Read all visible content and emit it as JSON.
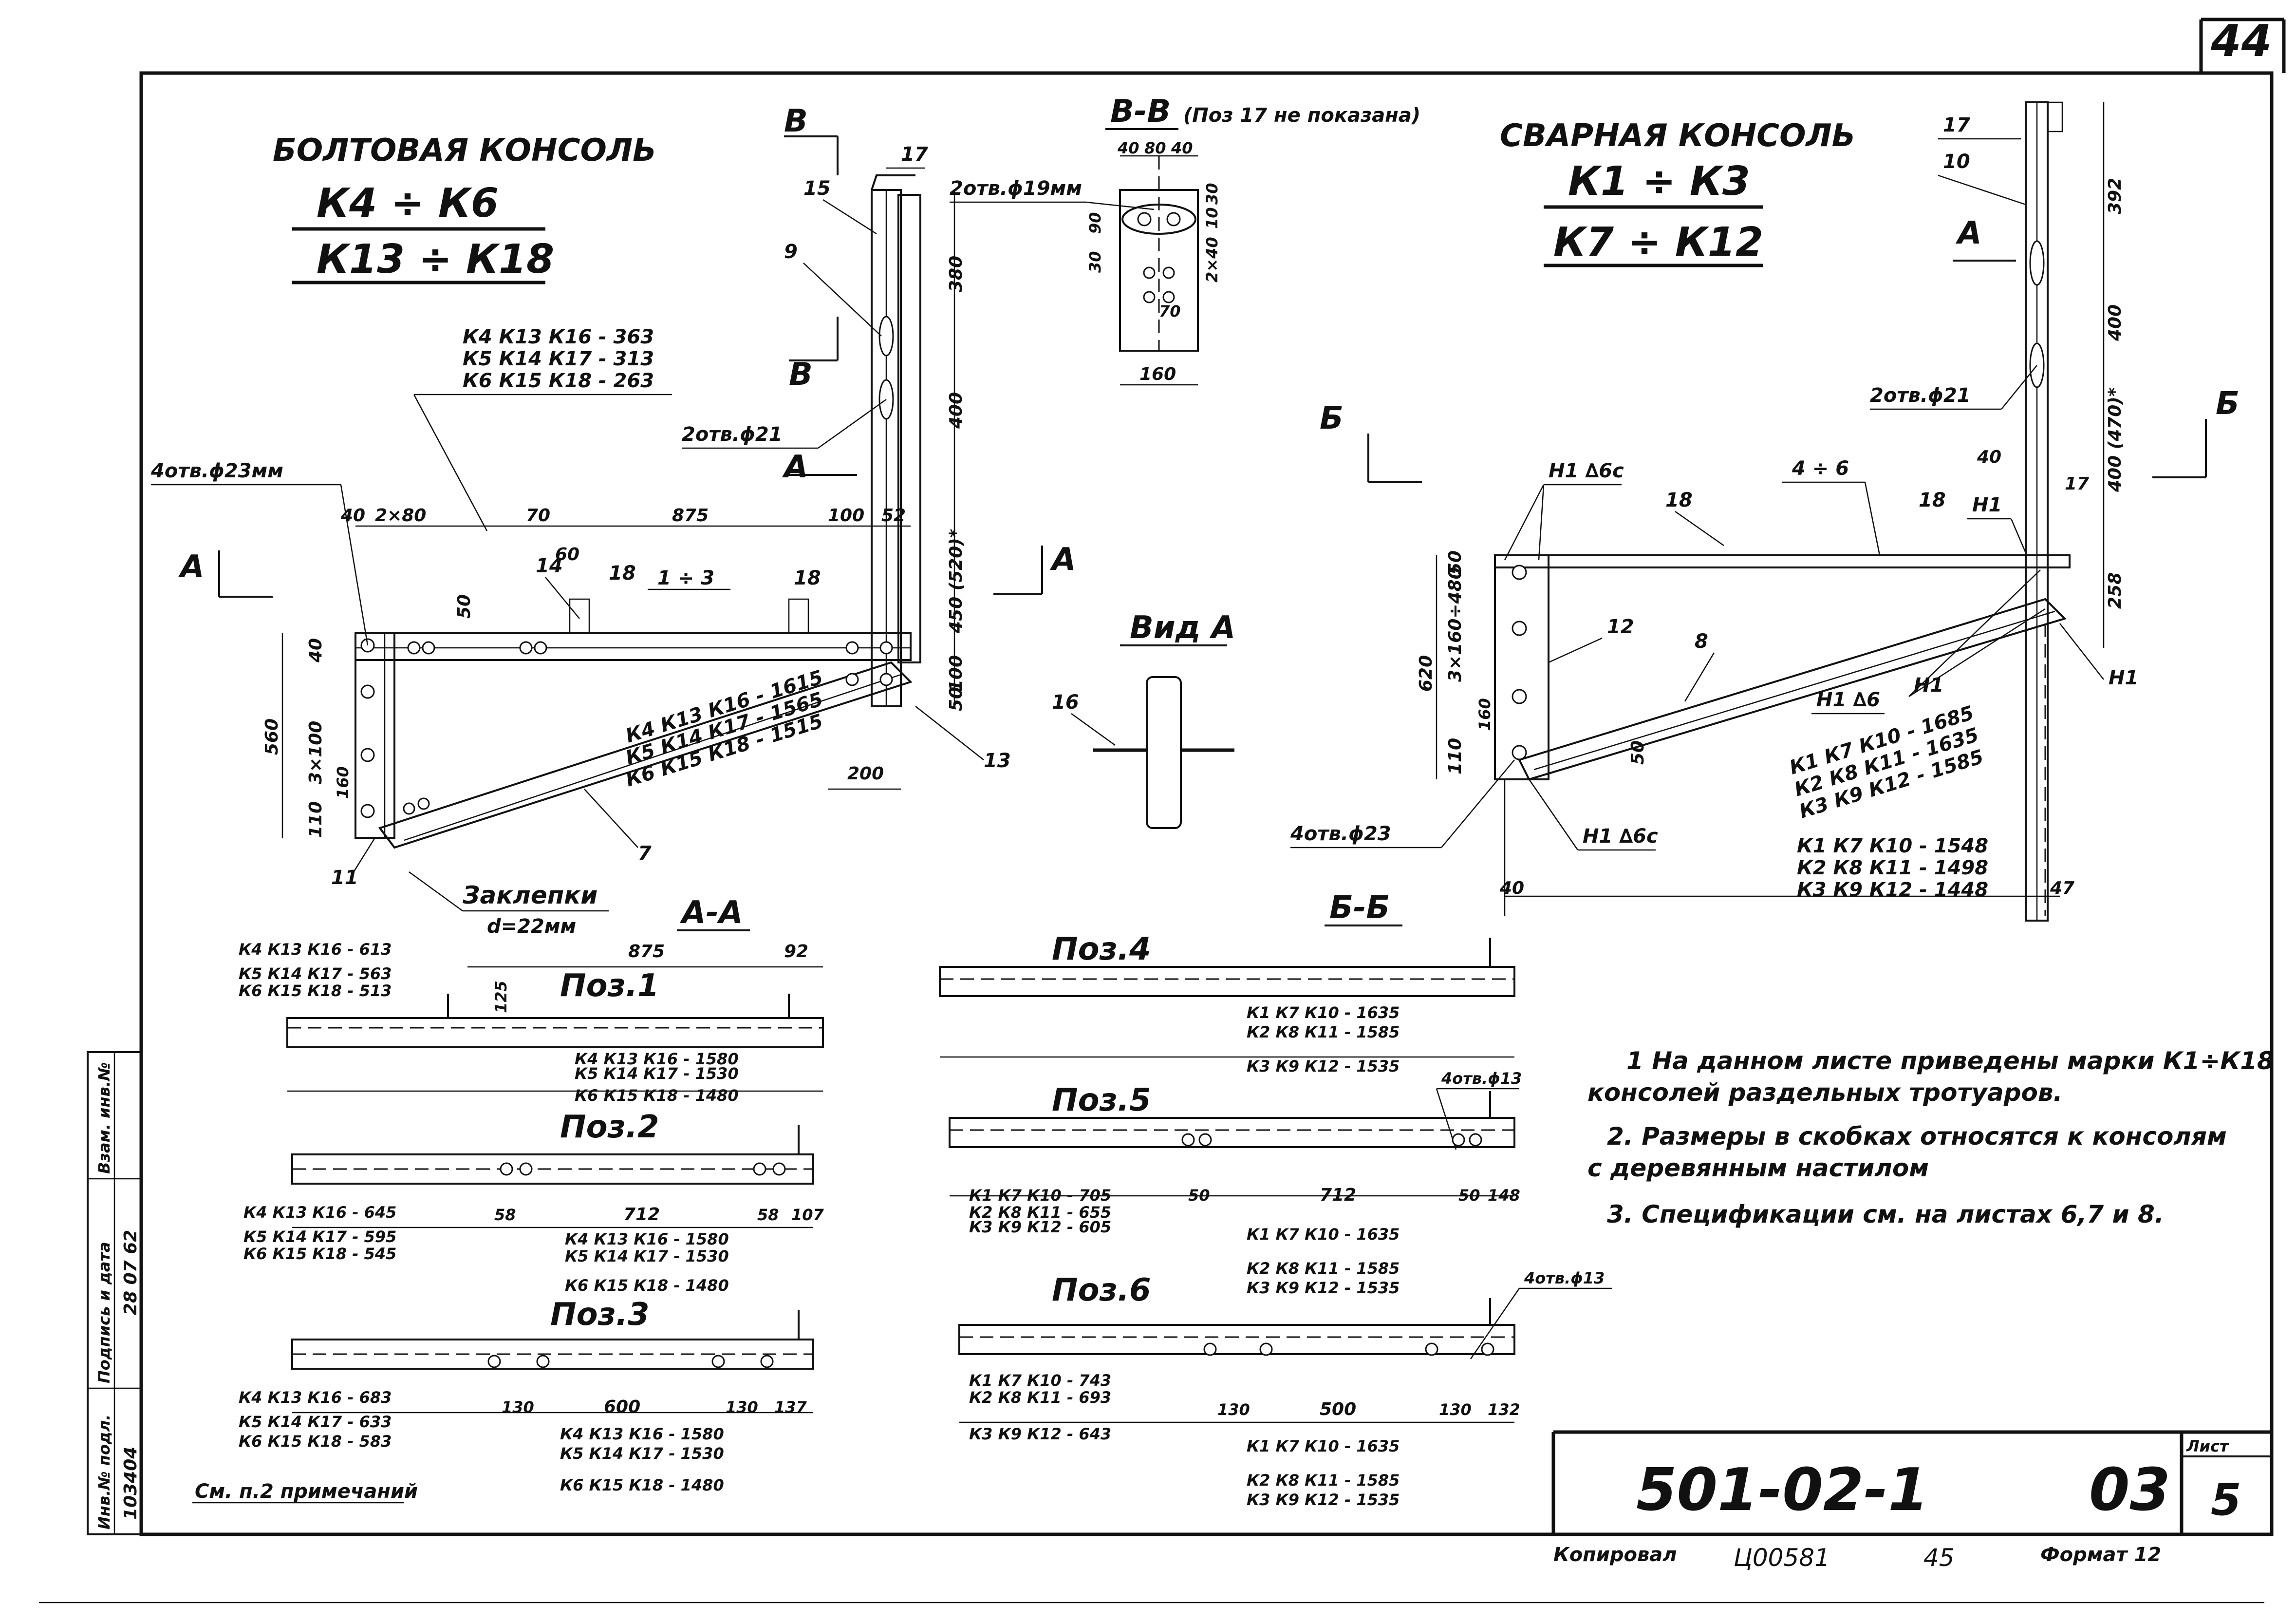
{
  "sheet": {
    "corner_no": "44",
    "code": "501-02-1",
    "series": "03",
    "list_label": "Лист",
    "list_no": "5",
    "copied_label": "Копировал",
    "number_hand": "Ц00581",
    "number_hand2": "45",
    "format": "Формат 12",
    "side_stamp": [
      "Взам. инв.№",
      "Подпись и дата",
      "Инв.№ подл.",
      "28 07 62",
      "103404"
    ]
  },
  "left": {
    "title": "БОЛТОВАЯ КОНСОЛЬ",
    "marks1": "К4 ÷ К6",
    "marks2": "К13 ÷ К18",
    "len_table": [
      "К4 К13 К16 - 363",
      "К5 К14 К17 - 313",
      "К6 К15 К18 - 263"
    ],
    "holes_left": "4отв.ϕ23мм",
    "holes_col": "2отв.ϕ21",
    "holes_top": "2отв.ϕ19мм",
    "rivets": "Заклепки",
    "rivet_d": "d=22мм",
    "span_label": "1 ÷ 3",
    "brace_table": [
      "К4 К13 К16 - 1615",
      "К5 К14 К17 - 1565",
      "К6 К15 К18 - 1515"
    ],
    "dims": {
      "d40": "40",
      "d2x80": "2×80",
      "d70": "70",
      "d875": "875",
      "d100": "100",
      "d52": "52",
      "d60": "60",
      "d50": "50",
      "d380": "380",
      "d400": "400",
      "d450": "450 (520)*",
      "d40b": "40",
      "d3x100": "3×100",
      "d560": "560",
      "d160": "160",
      "d110": "110",
      "d100b": "100",
      "d50b": "50",
      "d200": "200"
    },
    "positions": {
      "p7": "7",
      "p9": "9",
      "p11": "11",
      "p13": "13",
      "p14": "14",
      "p15": "15",
      "p17": "17",
      "p18a": "18",
      "p18b": "18"
    },
    "sec_A": "А",
    "sec_B": "В"
  },
  "bb": {
    "title": "В-В",
    "note": "(Поз 17 не показана)",
    "dims": [
      "40",
      "80",
      "40",
      "90",
      "30",
      "10",
      "2×40",
      "30",
      "70",
      "160"
    ]
  },
  "vida": {
    "title": "Вид А",
    "pos": "16"
  },
  "right": {
    "title": "СВАРНАЯ КОНСОЛЬ",
    "marks1": "К1 ÷ К3",
    "marks2": "К7 ÷ К12",
    "holes_col": "2отв.ϕ21",
    "holes_left": "4отв.ϕ23",
    "weld1": "Н1 ∆6с",
    "weld2": "Н1 ∆6с",
    "weld3": "Н1 ∆6",
    "weld4": "Н1",
    "weld5": "Н1",
    "weld6": "Н1",
    "span_label": "4 ÷ 6",
    "brace_table": [
      "К1 К7 К10 - 1685",
      "К2 К8 К11 - 1635",
      "К3 К9 К12 - 1585"
    ],
    "len_table": [
      "К1 К7 К10 - 1548",
      "К2 К8 К11 - 1498",
      "К3 К9 К12 - 1448"
    ],
    "dims": {
      "d392": "392",
      "d400": "400",
      "d400b": "400 (470)*",
      "d258": "258",
      "d40": "40",
      "d17": "17",
      "d50": "50",
      "d3x": "3×160÷480",
      "d620": "620",
      "d160": "160",
      "d110": "110",
      "d50b": "50",
      "d40b": "40",
      "d47": "47"
    },
    "positions": {
      "p8": "8",
      "p10": "10",
      "p12": "12",
      "p17": "17",
      "p18a": "18",
      "p18b": "18"
    },
    "sec_A": "А",
    "sec_B": "Б"
  },
  "aa": {
    "title": "А-А",
    "pos1": "Поз.1",
    "left_list": [
      "К4 К13 К16 - 613",
      "К5 К14 К17 - 563",
      "К6 К15 К18 - 513"
    ],
    "right_list": [
      "К4 К13 К16 - 1580",
      "К5 К14 К17 - 1530",
      "К6 К15 К18 - 1480"
    ],
    "d875": "875",
    "d92": "92",
    "d125": "125"
  },
  "pos2": {
    "title": "Поз.2",
    "left_list": [
      "К4 К13 К16 - 645",
      "К5 К14 К17 - 595",
      "К6 К15 К18 - 545"
    ],
    "right_list": [
      "К4 К13 К16 - 1580",
      "К5 К14 К17 - 1530",
      "К6 К15 К18 - 1480"
    ],
    "d58": "58",
    "d712": "712",
    "d58b": "58",
    "d107": "107"
  },
  "pos3": {
    "title": "Поз.3",
    "left_list": [
      "К4 К13 К16 - 683",
      "К5 К14 К17 - 633",
      "К6 К15 К18 - 583"
    ],
    "right_list": [
      "К4 К13 К16 - 1580",
      "К5 К14 К17 - 1530",
      "К6 К15 К18 - 1480"
    ],
    "d130": "130",
    "d600": "600",
    "d130b": "130",
    "d137": "137",
    "ref": "См. п.2 примечаний"
  },
  "bsec": {
    "title": "Б-Б"
  },
  "pos4": {
    "title": "Поз.4",
    "list": [
      "К1 К7 К10 - 1635",
      "К2 К8 К11 - 1585",
      "К3 К9 К12 - 1535"
    ]
  },
  "pos5": {
    "title": "Поз.5",
    "holes": "4отв.ϕ13",
    "left_list": [
      "К1 К7 К10 - 705",
      "К2 К8 К11 - 655",
      "К3 К9 К12 - 605"
    ],
    "right_list": [
      "К1 К7 К10 - 1635",
      "К2 К8 К11 - 1585",
      "К3 К9 К12 - 1535"
    ],
    "d50": "50",
    "d712": "712",
    "d50b": "50",
    "d148": "148"
  },
  "pos6": {
    "title": "Поз.6",
    "holes": "4отв.ϕ13",
    "left_list": [
      "К1 К7 К10 - 743",
      "К2 К8 К11 - 693",
      "К3 К9 К12 - 643"
    ],
    "right_list": [
      "К1 К7 К10 - 1635",
      "К2 К8 К11 - 1585",
      "К3 К9 К12 - 1535"
    ],
    "d130": "130",
    "d500": "500",
    "d130b": "130",
    "d132": "132"
  },
  "notes": [
    "1  На данном листе приведены марки К1÷К18",
    "консолей раздельных тротуаров.",
    "2. Размеры в скобках относятся к консолям",
    "с деревянным настилом",
    "3. Спецификации см. на листах 6,7 и 8."
  ]
}
